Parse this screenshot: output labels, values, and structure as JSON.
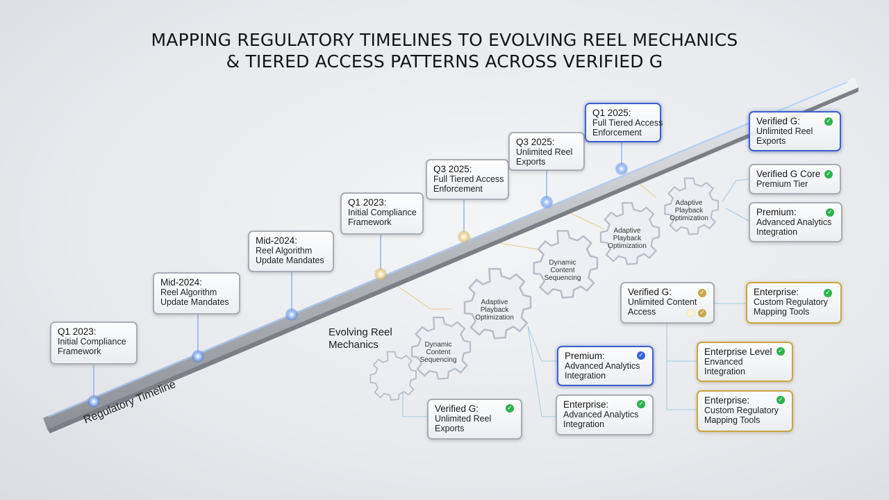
{
  "title": {
    "line1": "MAPPING REGULATORY TIMELINES TO EVOLVING REEL MECHANICS",
    "line2": "& TIERED ACCESS PATTERNS ACROSS VERIFIED G"
  },
  "timeline_label": "Regulatory Timeline",
  "mechanics_label": {
    "line1": "Evolving Reel",
    "line2": "Mechanics"
  },
  "milestones": [
    {
      "head": "Q1 2023:",
      "l1": "Initial Compliance",
      "l2": "Framework"
    },
    {
      "head": "Mid-2024:",
      "l1": "Reel Algorithm",
      "l2": "Update Mandates"
    },
    {
      "head": "Mid-2024:",
      "l1": "Reel Algorithm",
      "l2": "Update Mandates"
    },
    {
      "head": "Q1 2023:",
      "l1": "Initial Compliance",
      "l2": "Framework"
    },
    {
      "head": "Q3 2025:",
      "l1": "Full Tiered Access",
      "l2": "Enforcement"
    },
    {
      "head": "Q3 2025:",
      "l1": "Unlimited Reel",
      "l2": "Exports"
    },
    {
      "head": "Q1 2025:",
      "l1": "Full Tiered Access",
      "l2": "Enforcement"
    }
  ],
  "gears": [
    {
      "l1": "Adaptive",
      "l2": "Playback",
      "l3": "Optimization"
    },
    {
      "l1": "Adaptive",
      "l2": "Playback",
      "l3": "Optimization"
    },
    {
      "l1": "Dynamic",
      "l2": "Content",
      "l3": "Sequencing"
    },
    {
      "l1": "Adaptive",
      "l2": "Playback",
      "l3": "Optimization"
    },
    {
      "l1": "Dynamic",
      "l2": "Content",
      "l3": "Sequencing"
    }
  ],
  "tiers": [
    {
      "head": "Verified G:",
      "l1": "Unlimited Reel",
      "l2": "Exports",
      "status": "check"
    },
    {
      "head": "Verified G Core",
      "l1": "Premium Tier",
      "l2": "",
      "status": "check"
    },
    {
      "head": "Premium:",
      "l1": "Advanced Analytics",
      "l2": "Integration",
      "status": "check"
    },
    {
      "head": "Verified G:",
      "l1": "Unlimited Content",
      "l2": "Access",
      "status": "gold"
    },
    {
      "head": "Enterprise:",
      "l1": "Custom Regulatory",
      "l2": "Mapping Tools",
      "status": "check"
    },
    {
      "head": "Enterprise Level",
      "l1": "Envanced",
      "l2": "Integration",
      "status": "check"
    },
    {
      "head": "Enterprise:",
      "l1": "Custom Regulatory",
      "l2": "Mapping Tools",
      "status": "check"
    },
    {
      "head": "Premium:",
      "l1": "Advanced Analytics",
      "l2": "Integration",
      "status": "blue"
    },
    {
      "head": "Enterprise:",
      "l1": "Advanced Analytics",
      "l2": "Integration",
      "status": "check"
    },
    {
      "head": "Verified G:",
      "l1": "Unlimited Reel",
      "l2": "Exports",
      "status": "check"
    }
  ],
  "colors": {
    "blue_accent": "#3f5fcc",
    "gold_accent": "#c9a646",
    "check_green": "#2bb24c"
  }
}
